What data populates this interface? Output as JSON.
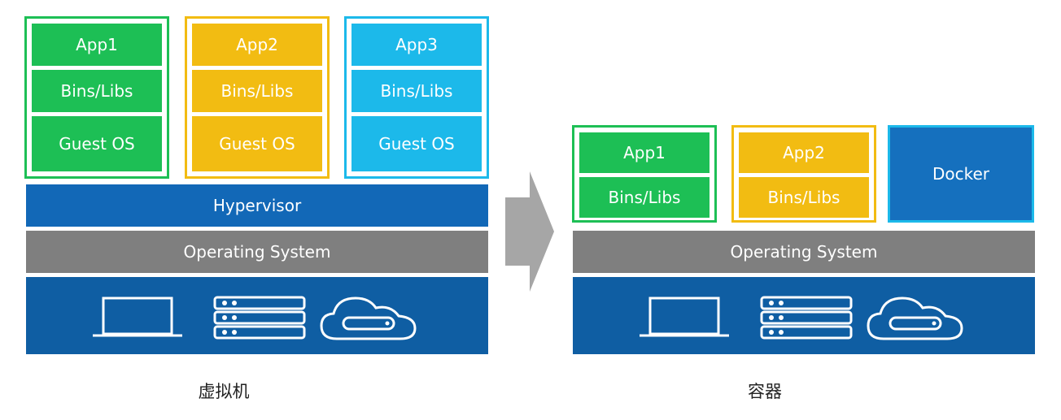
{
  "colors": {
    "green": "#1DBF55",
    "yellow": "#F2BC12",
    "cyan": "#1CB9EA",
    "blue_bar": "#1268B7",
    "gray_bar": "#7F7F7F",
    "hw_blue": "#0F5EA3",
    "arrow": "#A6A6A6",
    "docker": "#1570BE"
  },
  "vm": {
    "columns": [
      {
        "app": "App1",
        "bins": "Bins/Libs",
        "guest": "Guest OS",
        "color": "green"
      },
      {
        "app": "App2",
        "bins": "Bins/Libs",
        "guest": "Guest OS",
        "color": "yellow"
      },
      {
        "app": "App3",
        "bins": "Bins/Libs",
        "guest": "Guest OS",
        "color": "cyan"
      }
    ],
    "hypervisor": "Hypervisor",
    "os": "Operating System",
    "caption": "虚拟机",
    "hardware_icons": [
      "laptop-icon",
      "server-icon",
      "cloud-storage-icon"
    ]
  },
  "container": {
    "columns": [
      {
        "app": "App1",
        "bins": "Bins/Libs",
        "color": "green"
      },
      {
        "app": "App2",
        "bins": "Bins/Libs",
        "color": "yellow"
      }
    ],
    "docker": "Docker",
    "os": "Operating System",
    "caption": "容器",
    "hardware_icons": [
      "laptop-icon",
      "server-icon",
      "cloud-storage-icon"
    ]
  },
  "arrow_icon": "right-arrow-icon"
}
